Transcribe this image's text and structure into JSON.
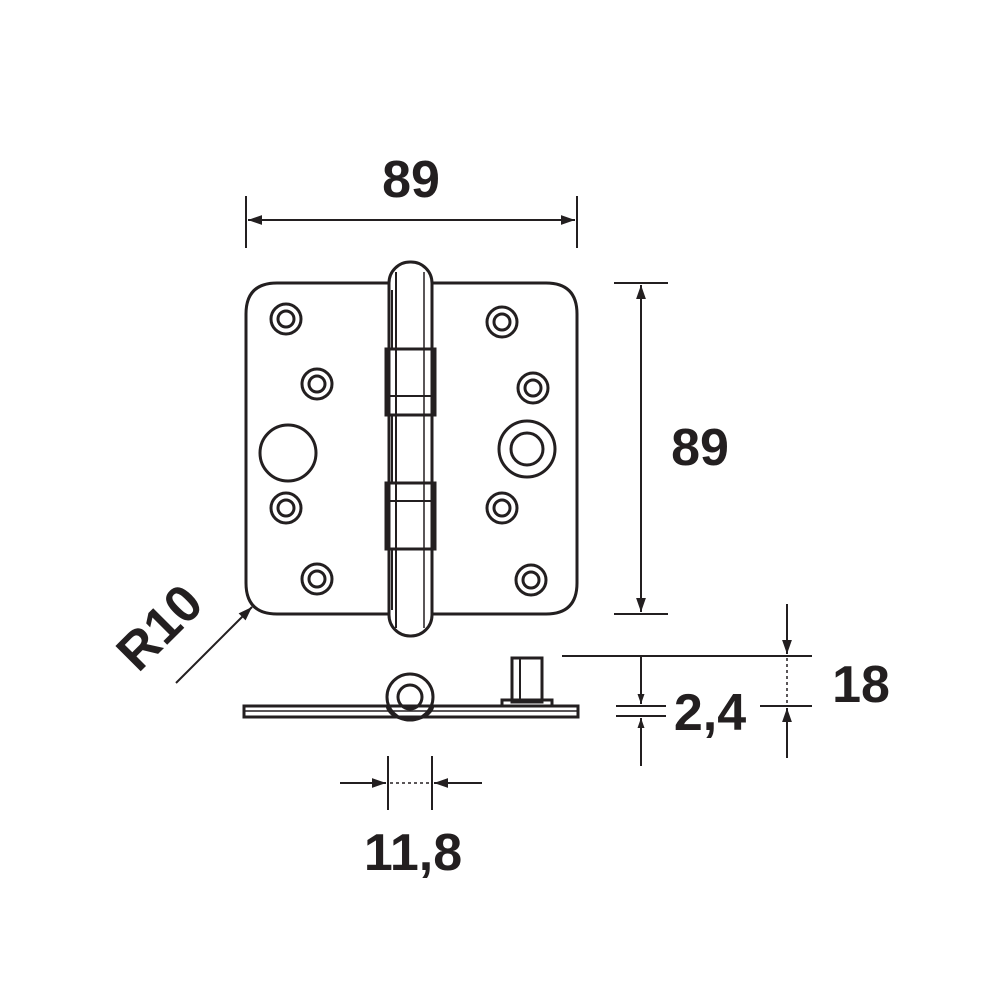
{
  "dimensions": {
    "width": "89",
    "height": "89",
    "radius": "R10",
    "thickness_total": "18",
    "leaf_thickness": "2,4",
    "knuckle_diameter": "11,8"
  },
  "colors": {
    "line": "#231f20",
    "background": "#ffffff"
  }
}
